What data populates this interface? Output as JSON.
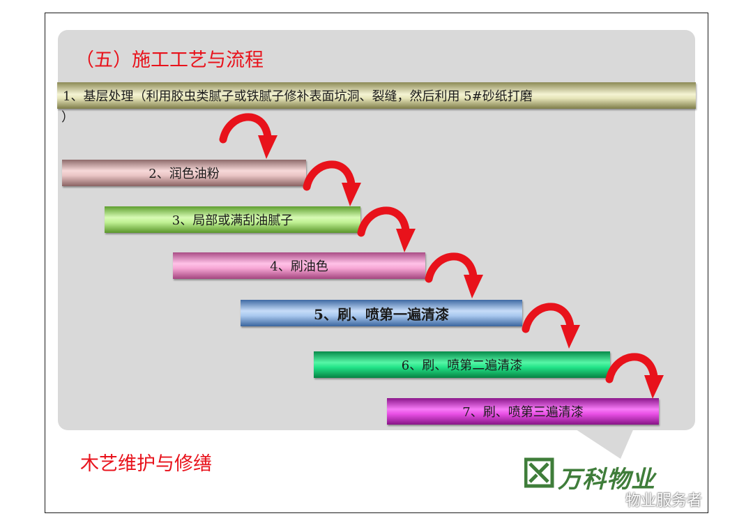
{
  "title": "（五）施工工艺与流程",
  "steps": [
    {
      "label": "1、基层处理（利用胶虫类腻子或铁腻子修补表面坑洞、裂缝，然后利用 5#砂纸打磨",
      "continuation": "）"
    },
    {
      "label": "2、润色油粉"
    },
    {
      "label": "3、局部或满刮油腻子"
    },
    {
      "label": "4、刷油色"
    },
    {
      "label": "5、刷、喷第一遍清漆"
    },
    {
      "label": "6、刷、喷第二遍清漆"
    },
    {
      "label": "7、刷、喷第三遍清漆"
    }
  ],
  "footer": {
    "left_text": "木艺维护与修缮"
  },
  "logo": {
    "text": "万科物业"
  },
  "watermark": {
    "text": "物业服务者",
    "icon": "wechat-icon"
  },
  "colors": {
    "accent": "#e8121b",
    "arrow": "#e8121b",
    "logo_green": "#3f7d3a"
  }
}
